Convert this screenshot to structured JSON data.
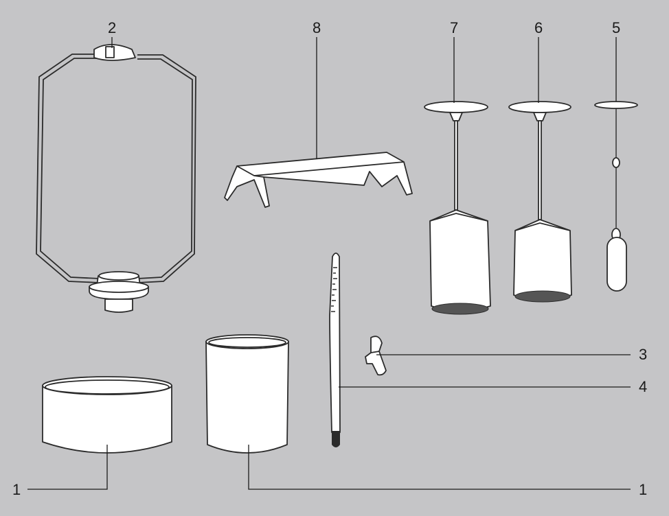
{
  "callouts": {
    "c2": "2",
    "c8": "8",
    "c7": "7",
    "c6": "6",
    "c5": "5",
    "c3": "3",
    "c4": "4",
    "c1_left": "1",
    "c1_right": "1"
  }
}
